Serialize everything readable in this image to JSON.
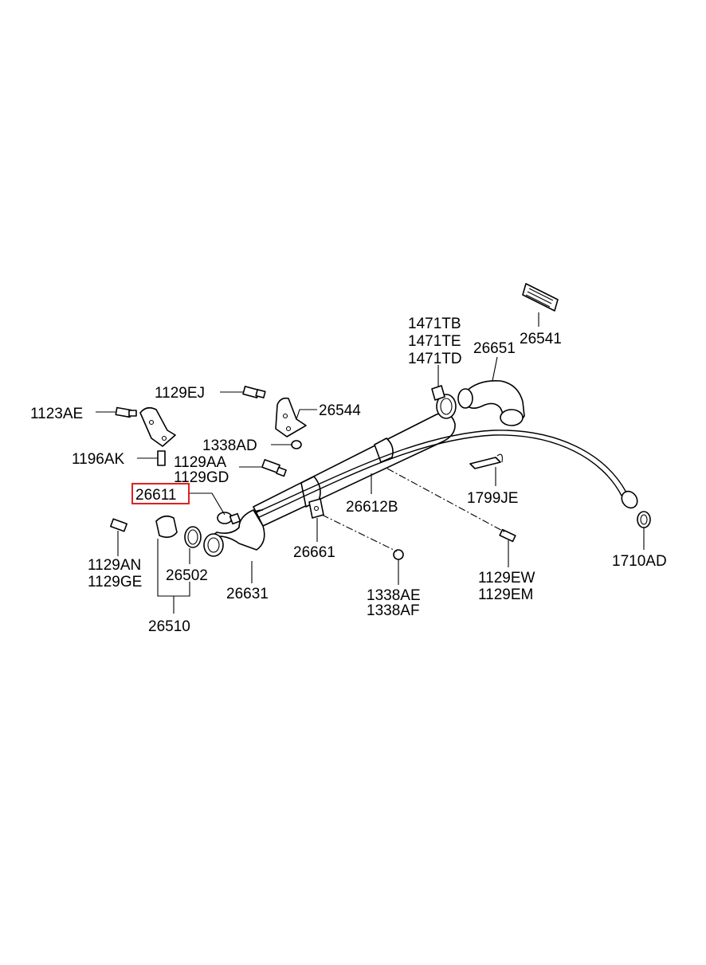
{
  "diagram": {
    "highlight_color": "#e02020",
    "labels": {
      "p26541": "26541",
      "p1471TB": "1471TB",
      "p1471TE": "1471TE",
      "p1471TD": "1471TD",
      "p26651": "26651",
      "p1129EJ": "1129EJ",
      "p1123AE": "1123AE",
      "p26544": "26544",
      "p1338AD": "1338AD",
      "p1196AK": "1196AK",
      "p1129AA": "1129AA",
      "p1129GD": "1129GD",
      "p26611": "26611",
      "p26612B": "26612B",
      "p1799JE": "1799JE",
      "p26661": "26661",
      "p1129AN": "1129AN",
      "p1129GE": "1129GE",
      "p26502": "26502",
      "p26631": "26631",
      "p1338AE": "1338AE",
      "p1338AF": "1338AF",
      "p1129EW": "1129EW",
      "p1129EM": "1129EM",
      "p1710AD": "1710AD",
      "p26510": "26510"
    }
  }
}
